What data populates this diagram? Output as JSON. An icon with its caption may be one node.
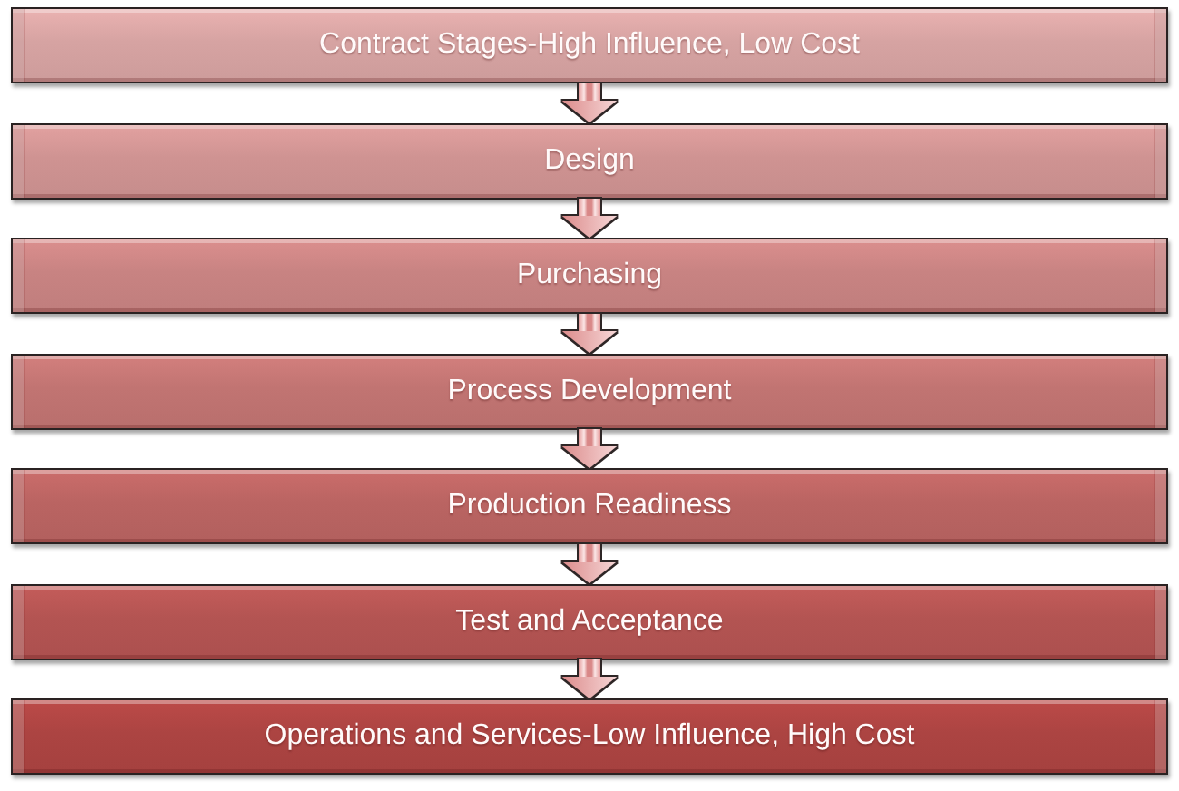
{
  "diagram": {
    "nodes": [
      {
        "text": [
          "Contract Stages-High Influence, Low Cost"
        ]
      },
      {
        "text": [
          "Design"
        ]
      },
      {
        "text": [
          "Purchasing"
        ]
      },
      {
        "text": [
          "Process Development"
        ]
      },
      {
        "text": [
          "Production Readiness"
        ]
      },
      {
        "text": [
          "Test and Acceptance"
        ]
      },
      {
        "text": [
          "Operations and Services-Low Influence, High Cost"
        ]
      }
    ],
    "edges": [
      {
        "from": 0,
        "to": 1,
        "arrow": "to"
      },
      {
        "from": 1,
        "to": 2,
        "arrow": "to"
      },
      {
        "from": 2,
        "to": 3,
        "arrow": "to"
      },
      {
        "from": 3,
        "to": 4,
        "arrow": "to"
      },
      {
        "from": 4,
        "to": 5,
        "arrow": "to"
      },
      {
        "from": 5,
        "to": 6,
        "arrow": "to"
      }
    ]
  }
}
